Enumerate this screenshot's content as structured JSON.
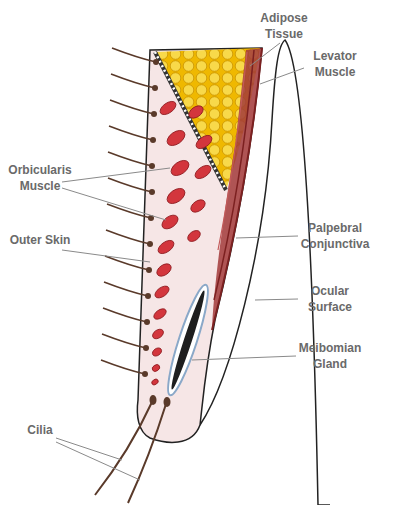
{
  "diagram": {
    "labels": [
      "Adipose Tissue",
      "Levator Muscle",
      "Orbicularis Muscle",
      "Palpebral Conjunctiva",
      "Outer Skin",
      "Ocular Surface",
      "Meibomian Gland",
      "Cilia"
    ]
  }
}
